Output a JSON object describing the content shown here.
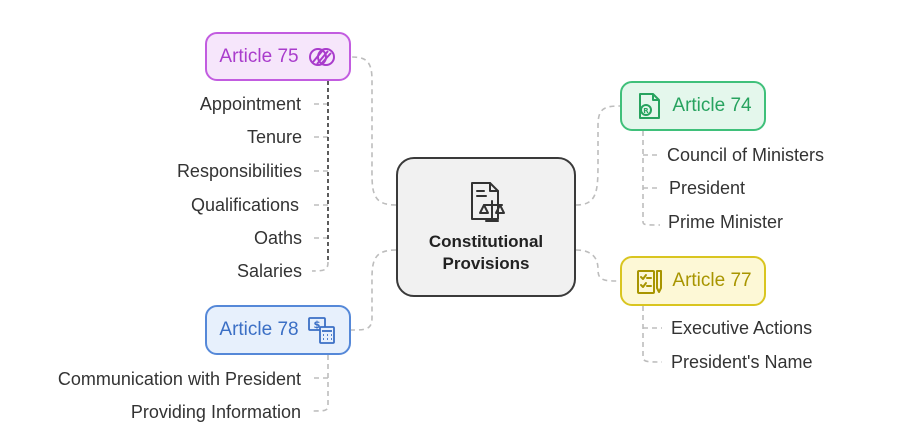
{
  "center": {
    "title_line1": "Constitutional",
    "title_line2": "Provisions",
    "icon": "scales-document-icon"
  },
  "branches": {
    "article75": {
      "label": "Article 75",
      "icon": "intertwined-circles-icon",
      "color": "#c25ce0",
      "items": [
        "Appointment",
        "Tenure",
        "Responsibilities",
        "Qualifications",
        "Oaths",
        "Salaries"
      ]
    },
    "article74": {
      "label": "Article 74",
      "icon": "document-registered-icon",
      "color": "#3fc07a",
      "items": [
        "Council of Ministers",
        "President",
        "Prime Minister"
      ]
    },
    "article77": {
      "label": "Article 77",
      "icon": "checklist-pen-icon",
      "color": "#d9c520",
      "items": [
        "Executive Actions",
        "President's Name"
      ]
    },
    "article78": {
      "label": "Article 78",
      "icon": "money-calculator-icon",
      "color": "#5588d8",
      "items": [
        "Communication with President",
        "Providing Information"
      ]
    }
  }
}
